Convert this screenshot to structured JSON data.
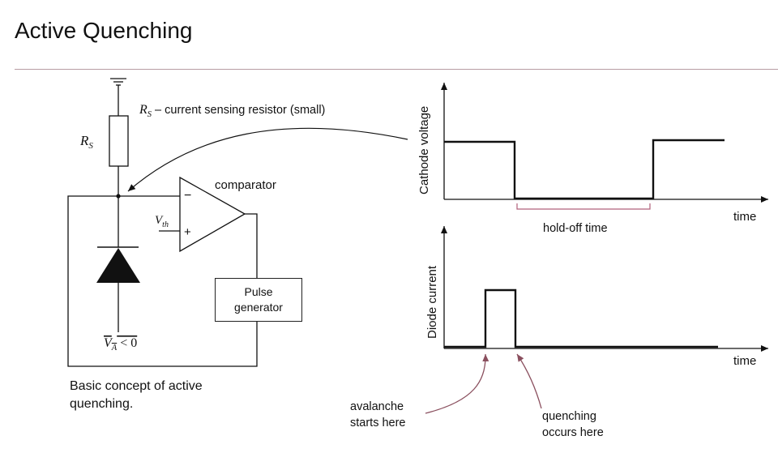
{
  "title": "Active Quenching",
  "circuit": {
    "rs_label": "R",
    "rs_sub": "S",
    "rs_note_sym": "R",
    "rs_note_sub": "S",
    "rs_note_text": " – current sensing resistor (small)",
    "comparator_label": "comparator",
    "minus_sign": "−",
    "plus_sign": "+",
    "vth_label": "V",
    "vth_sub": "th",
    "va_label": "V",
    "va_sub": "A",
    "va_cond": " < 0",
    "pulse_line1": "Pulse",
    "pulse_line2": "generator",
    "caption_line1": "Basic concept of active",
    "caption_line2": "quenching."
  },
  "plots": {
    "top_ylabel": "Cathode voltage",
    "top_xlabel": "time",
    "holdoff_label": "hold-off time",
    "bottom_ylabel": "Diode current",
    "bottom_xlabel": "time",
    "avalanche_line1": "avalanche",
    "avalanche_line2": "starts here",
    "quench_line1": "quenching",
    "quench_line2": "occurs here"
  },
  "colors": {
    "ink": "#111111",
    "rule": "#b89ca3",
    "bracket": "#b0607a",
    "annotation_arrow": "#8a4f5e"
  }
}
